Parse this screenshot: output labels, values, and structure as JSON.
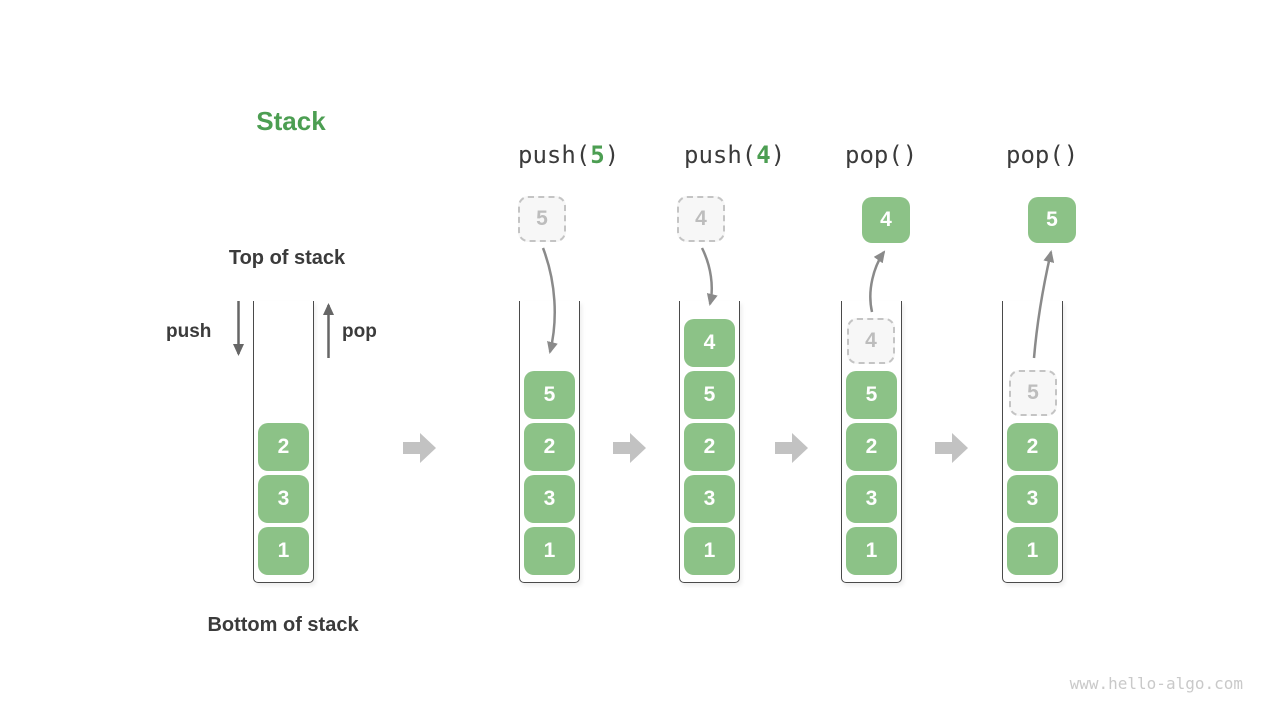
{
  "title": "Stack",
  "labels": {
    "top_of_stack": "Top of stack",
    "bottom_of_stack": "Bottom of stack",
    "push_word": "push",
    "pop_word": "pop"
  },
  "watermark": "www.hello-algo.com",
  "colors": {
    "green_accent": "#4c9e52",
    "box_green": "#8cc287",
    "dark_text": "#3b3b3b",
    "arrow_gray": "#8a8a8a",
    "block_arrow_gray": "#c2c2c2",
    "ghost_border": "#c4c4c4",
    "ghost_text": "#bdbdbd",
    "ghost_fill": "#f7f7f7",
    "container_border": "#4a4a4a",
    "watermark_gray": "#c9c9c9"
  },
  "stages": [
    {
      "id": "initial",
      "cells": [
        "2",
        "3",
        "1"
      ]
    },
    {
      "id": "push-5",
      "op": {
        "text": "push(",
        "arg": "5",
        "close": ")"
      },
      "floating": "5",
      "cells": [
        "5",
        "2",
        "3",
        "1"
      ]
    },
    {
      "id": "push-4",
      "op": {
        "text": "push(",
        "arg": "4",
        "close": ")"
      },
      "floating": "4",
      "cells": [
        "4",
        "5",
        "2",
        "3",
        "1"
      ]
    },
    {
      "id": "pop-first",
      "op": {
        "text": "pop()",
        "arg": "",
        "close": ""
      },
      "floating": "4",
      "ghost_in_stack": "4",
      "cells": [
        "5",
        "2",
        "3",
        "1"
      ]
    },
    {
      "id": "pop-second",
      "op": {
        "text": "pop()",
        "arg": "",
        "close": ""
      },
      "floating": "5",
      "ghost_in_stack": "5",
      "cells": [
        "2",
        "3",
        "1"
      ]
    }
  ]
}
